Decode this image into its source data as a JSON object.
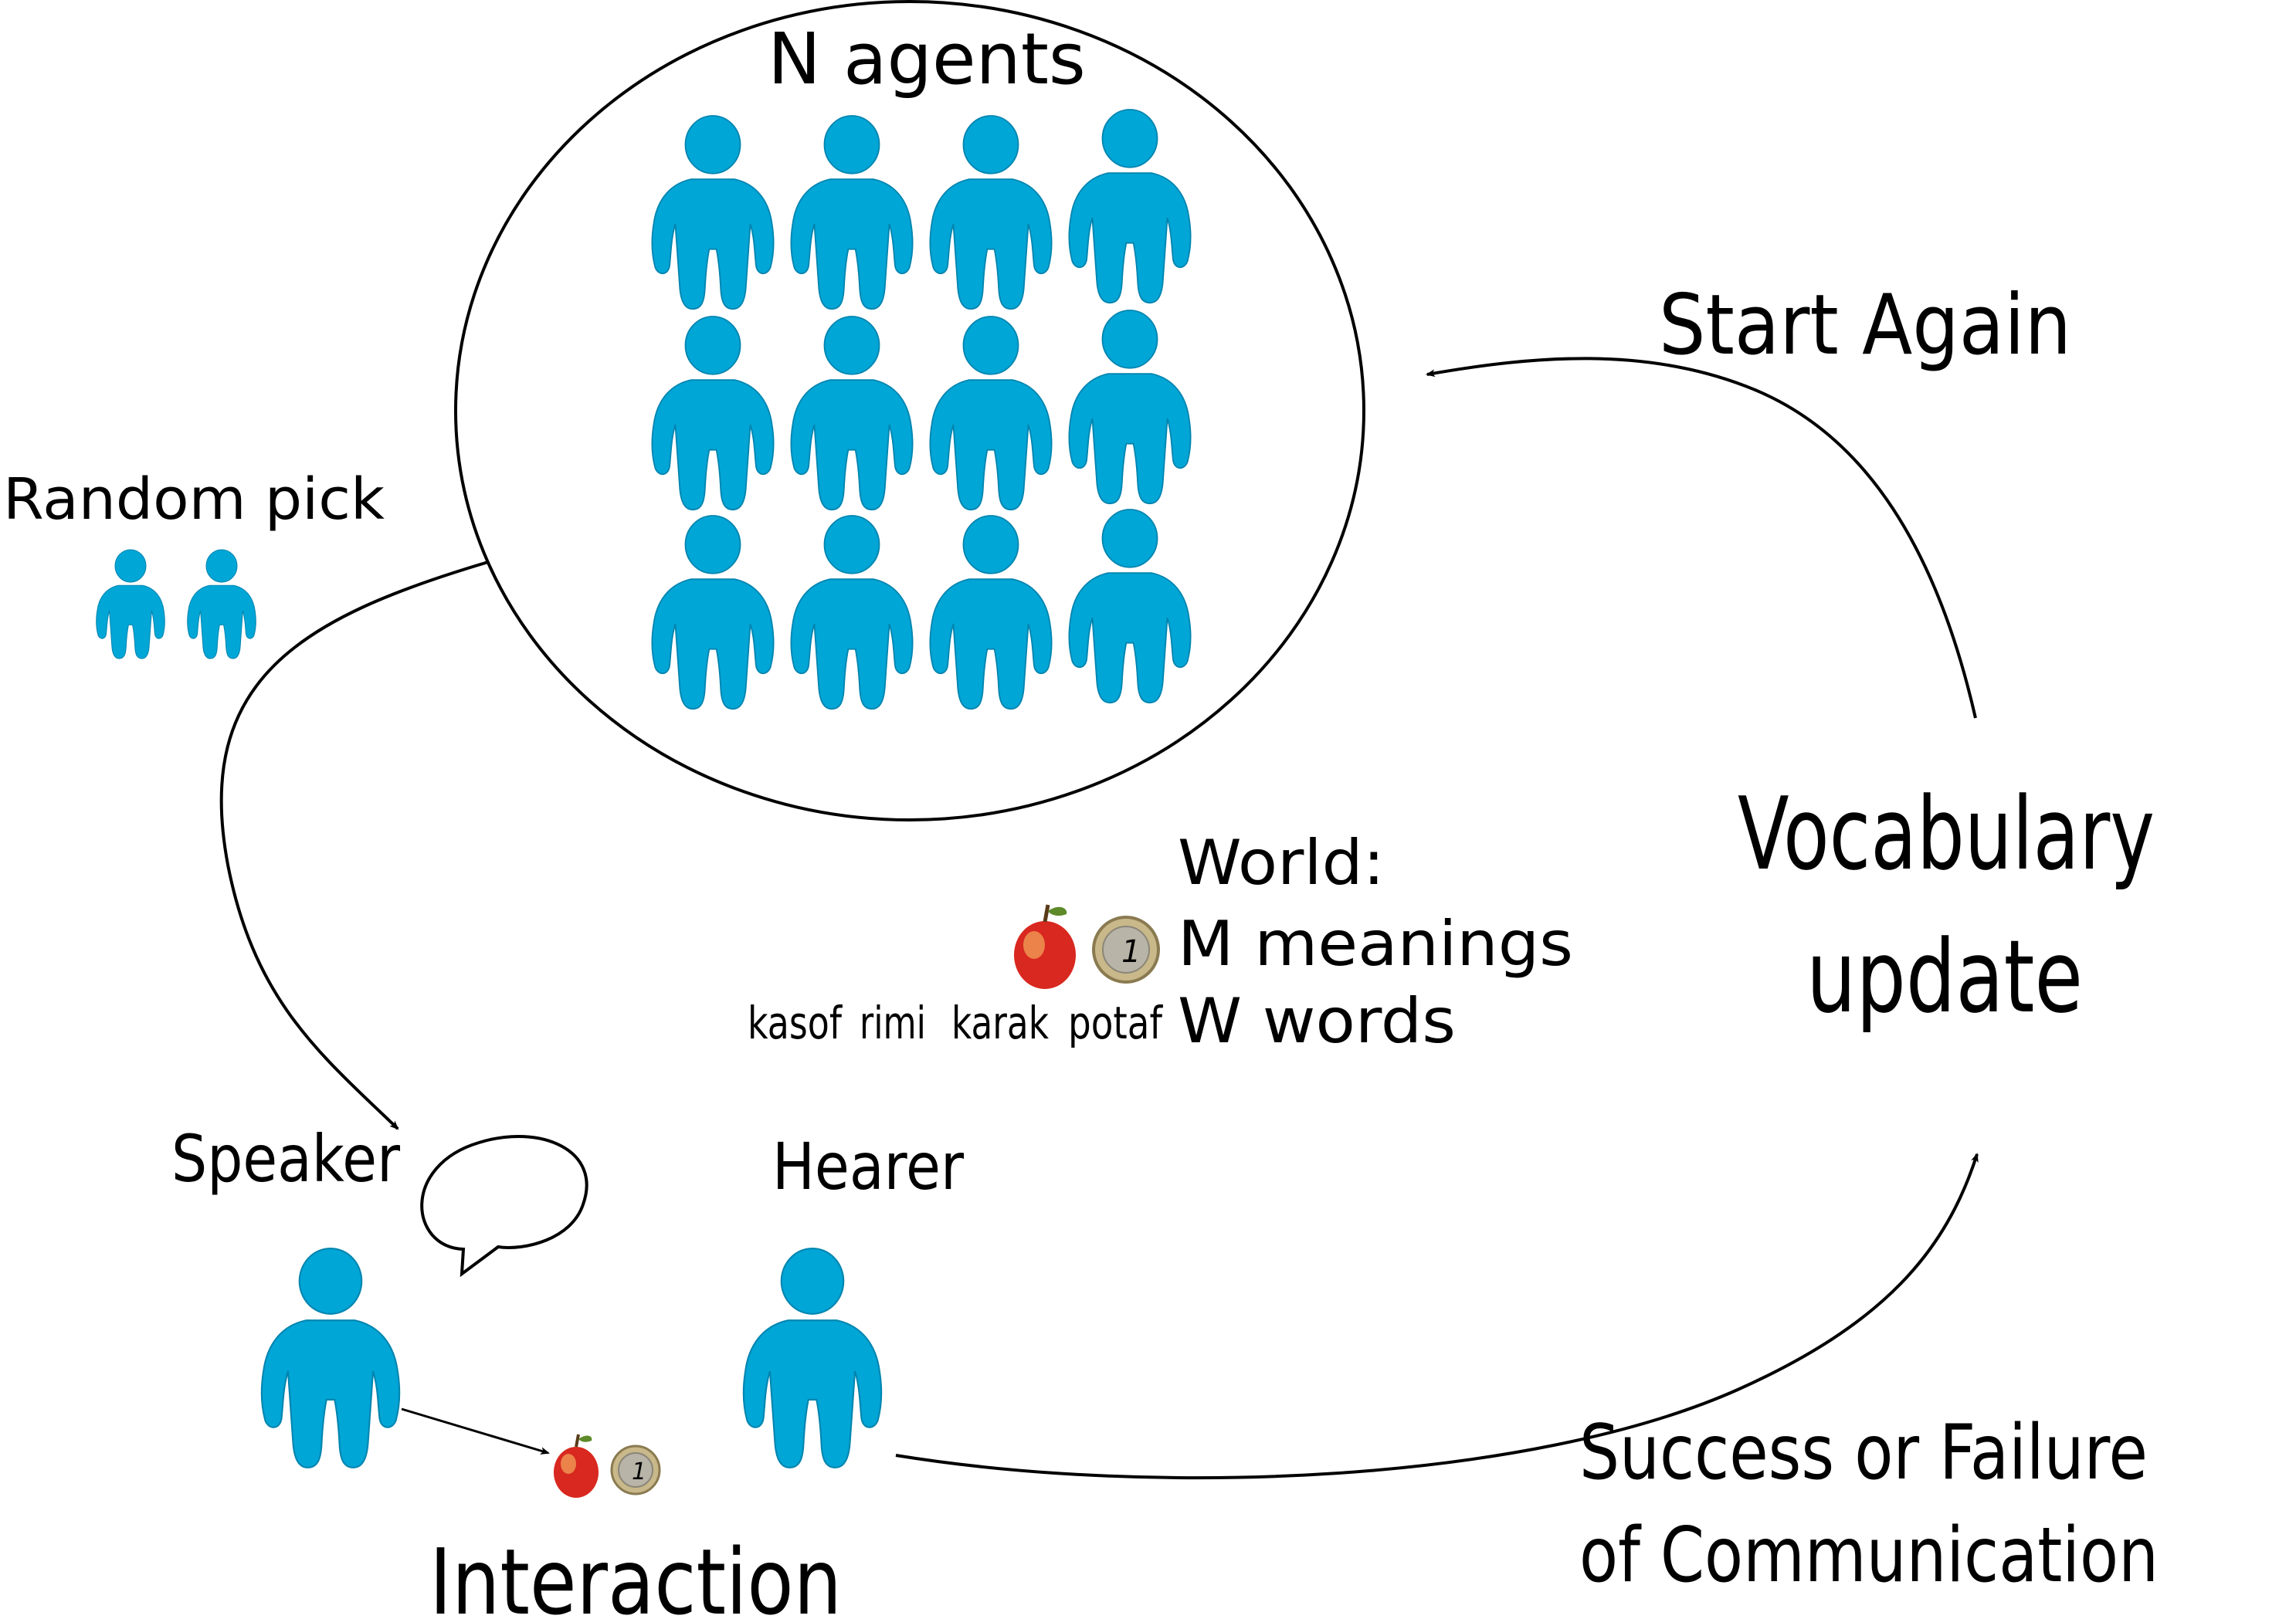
{
  "labels": {
    "n_agents": "N agents",
    "random_pick": "Random pick",
    "start_again": "Start Again",
    "vocab_line1": "Vocabulary",
    "vocab_line2": "update",
    "world_title": "World:",
    "world_meanings": "M meanings",
    "world_words": "W words",
    "speaker": "Speaker",
    "hearer": "Hearer",
    "interaction": "Interaction",
    "success_line1": "Success or Failure",
    "success_line2": "of Communication"
  },
  "words": [
    "kasof",
    "rimi",
    "karak",
    "potaf"
  ],
  "coin_label": "1",
  "colors": {
    "agent": "#00a6d6",
    "agent_stroke": "#0085b0",
    "apple": "#d8281f",
    "apple_highlight": "#f3a95c",
    "coin": "#c8b88a",
    "coin_inner": "#a8a8a0",
    "line": "#000000"
  }
}
